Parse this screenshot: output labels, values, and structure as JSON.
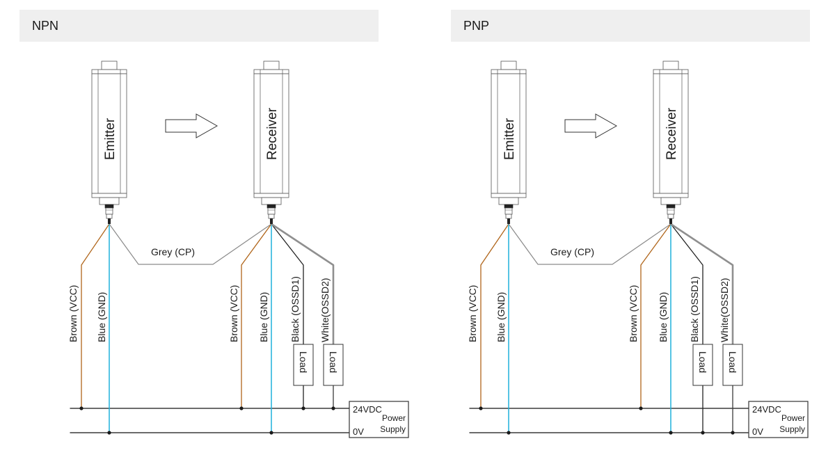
{
  "panels": [
    {
      "id": "npn",
      "title": "NPN",
      "emitter_label": "Emitter",
      "receiver_label": "Receiver",
      "wires": {
        "grey": "Grey (CP)",
        "emitter_brown": "Brown (VCC)",
        "emitter_blue": "Blue (GND)",
        "receiver_brown": "Brown (VCC)",
        "receiver_blue": "Blue (GND)",
        "black": "Black (OSSD1)",
        "white": "White(OSSD2)"
      },
      "load_label": "Load",
      "loads_connect_to": "24VDC",
      "power_supply": {
        "positive": "24VDC",
        "negative": "0V",
        "label_line1": "Power",
        "label_line2": "Supply"
      }
    },
    {
      "id": "pnp",
      "title": "PNP",
      "emitter_label": "Emitter",
      "receiver_label": "Receiver",
      "wires": {
        "grey": "Grey (CP)",
        "emitter_brown": "Brown (VCC)",
        "emitter_blue": "Blue (GND)",
        "receiver_brown": "Brown (VCC)",
        "receiver_blue": "Blue (GND)",
        "black": "Black (OSSD1)",
        "white": "White(OSSD2)"
      },
      "load_label": "Load",
      "loads_connect_to": "0V",
      "power_supply": {
        "positive": "24VDC",
        "negative": "0V",
        "label_line1": "Power",
        "label_line2": "Supply"
      }
    }
  ],
  "colors": {
    "brown_wire": "#b0651a",
    "blue_wire": "#1fb1dc",
    "grey_wire": "#8a8a8a",
    "black_wire": "#222222",
    "white_wire": "#8f8f8f",
    "bus_line": "#3a3a3a",
    "outline": "#555555",
    "header_bg": "#efefef"
  }
}
